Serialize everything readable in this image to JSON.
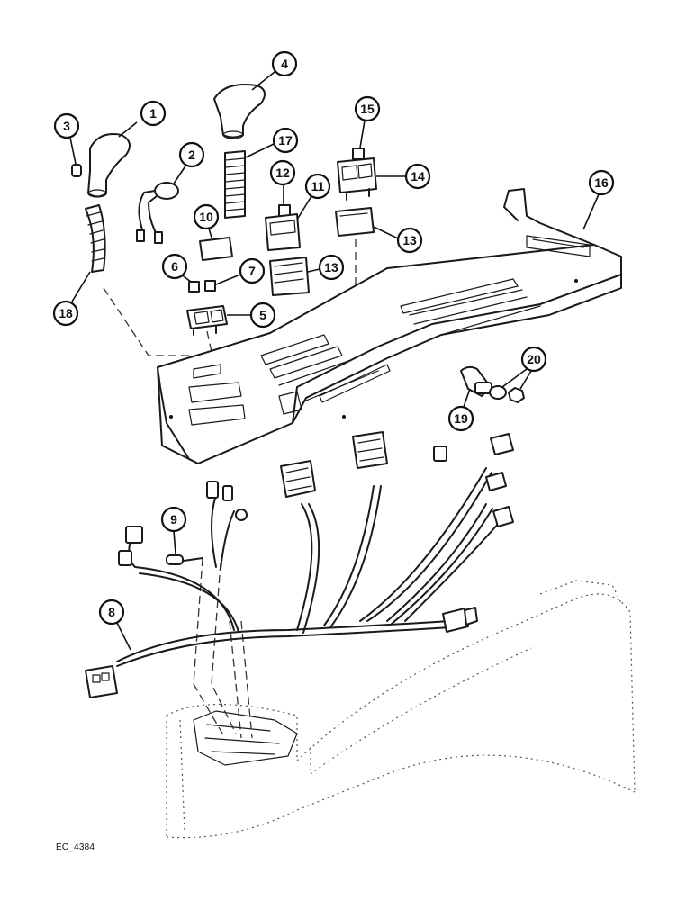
{
  "figure": {
    "reference_code": "EC_4384"
  },
  "callouts": [
    {
      "id": "1",
      "label": "1"
    },
    {
      "id": "2",
      "label": "2"
    },
    {
      "id": "3",
      "label": "3"
    },
    {
      "id": "4",
      "label": "4"
    },
    {
      "id": "5",
      "label": "5"
    },
    {
      "id": "6",
      "label": "6"
    },
    {
      "id": "7",
      "label": "7"
    },
    {
      "id": "8",
      "label": "8"
    },
    {
      "id": "9",
      "label": "9"
    },
    {
      "id": "10",
      "label": "10"
    },
    {
      "id": "11",
      "label": "11"
    },
    {
      "id": "12",
      "label": "12"
    },
    {
      "id": "13a",
      "label": "13"
    },
    {
      "id": "13b",
      "label": "13"
    },
    {
      "id": "14",
      "label": "14"
    },
    {
      "id": "15",
      "label": "15"
    },
    {
      "id": "16",
      "label": "16"
    },
    {
      "id": "17",
      "label": "17"
    },
    {
      "id": "18",
      "label": "18"
    },
    {
      "id": "19",
      "label": "19"
    },
    {
      "id": "20",
      "label": "20"
    }
  ]
}
